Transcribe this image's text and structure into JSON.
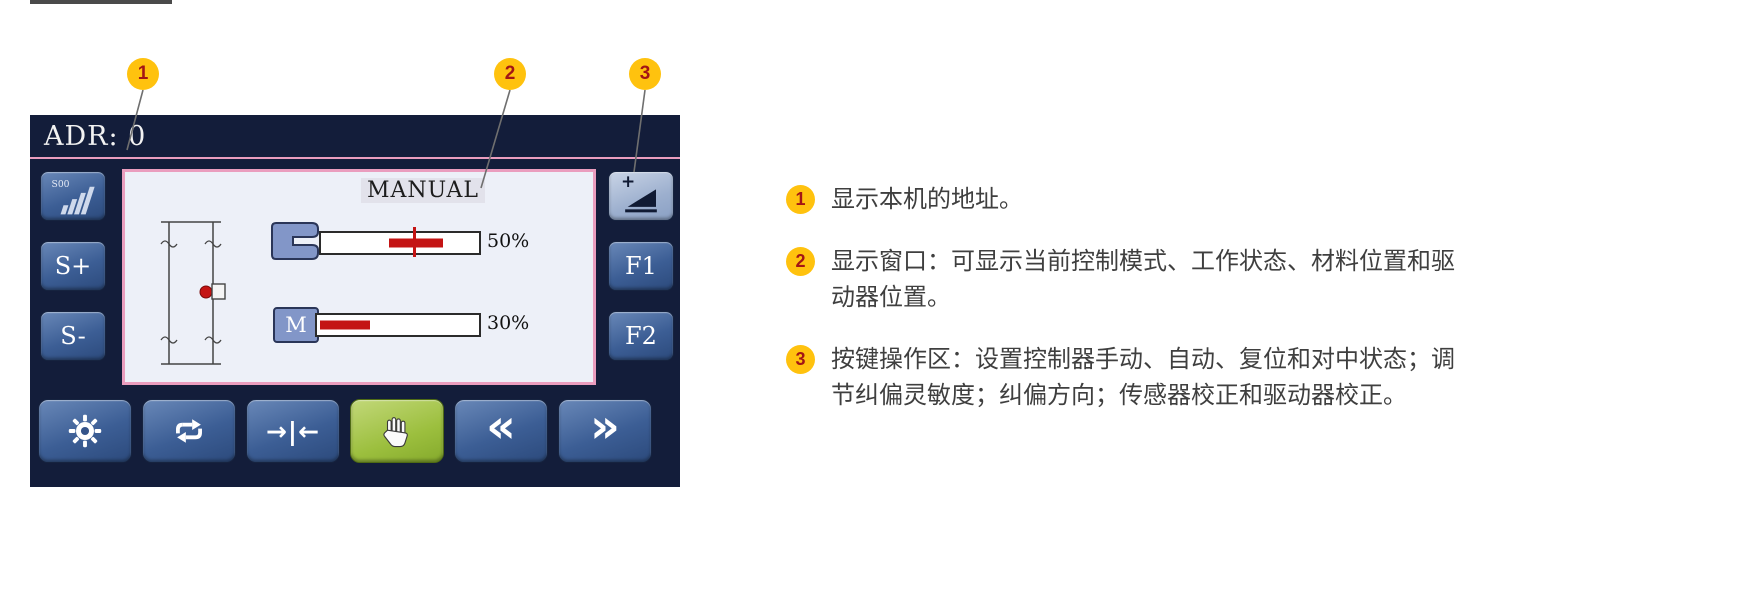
{
  "device": {
    "address": "ADR: 0",
    "display": {
      "mode_label": "MANUAL",
      "sensor_row": {
        "percent_label": "50%",
        "fill_start_pct": 43,
        "fill_width_pct": 34,
        "marker_pct": 58
      },
      "drive_row": {
        "motor_label": "M",
        "percent_label": "30%",
        "fill_start_pct": 2,
        "fill_width_pct": 31
      }
    },
    "buttons": {
      "sensitivity_tag": "S00",
      "s_plus": "S+",
      "s_minus": "S-",
      "direction_plus": "+",
      "f1": "F1",
      "f2": "F2",
      "center_glyph": "→|←",
      "back_glyph": "«",
      "forward_glyph": "»"
    },
    "colors": {
      "panel_bg": "#131d3a",
      "pink_border": "#ea9dbe",
      "display_bg": "#edf0f8",
      "button_blue": "#3c5e95",
      "button_green": "#9cbf3e",
      "bar_red": "#c41414",
      "steel_blue": "#8296c8",
      "callout_yellow": "#ffc20e",
      "callout_number": "#a31515"
    }
  },
  "callouts": [
    {
      "num": "1"
    },
    {
      "num": "2"
    },
    {
      "num": "3"
    }
  ],
  "notes": [
    {
      "num": "1",
      "text": "显示本机的地址。"
    },
    {
      "num": "2",
      "text": "显示窗口：可显示当前控制模式、工作状态、材料位置和驱动器位置。"
    },
    {
      "num": "3",
      "text": "按键操作区：设置控制器手动、自动、复位和对中状态；调节纠偏灵敏度；纠偏方向；传感器校正和驱动器校正。"
    }
  ]
}
